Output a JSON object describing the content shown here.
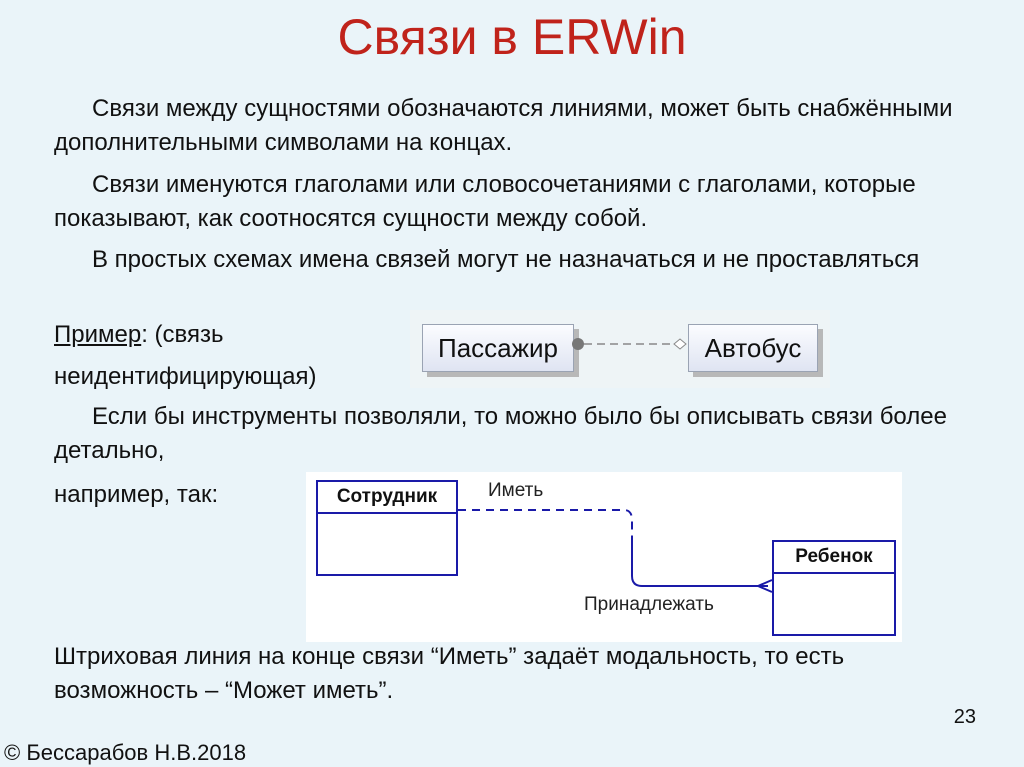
{
  "title": "Связи в ERWin",
  "paragraphs": [
    "Связи между сущностями  обозначаются линиями, может быть снабжёнными дополнительными символами на концах.",
    "Связи именуются глаголами или словосочетаниями с глаголами, которые показывают, как соотносятся сущности между собой.",
    "В простых схемах имена связей могут не назначаться и не проставляться"
  ],
  "example": {
    "label": "Пример",
    "rest": ": (связь",
    "line2": "неидентифицирующая)"
  },
  "para4": "Если бы инструменты позволяли, то можно было бы описывать связи более детально,",
  "para5": "например, так:",
  "diagram1": {
    "entity_left": "Пассажир",
    "entity_right": "Автобус"
  },
  "diagram2": {
    "entity_left": "Сотрудник",
    "entity_right": "Ребенок",
    "verb_top": "Иметь",
    "verb_bottom": "Принадлежать"
  },
  "conclusion": "Штриховая линия на конце связи “Иметь” задаёт модальность, то есть возможность – “Может иметь”.",
  "page_number": "23",
  "copyright": "© Бессарабов Н.В.2018"
}
